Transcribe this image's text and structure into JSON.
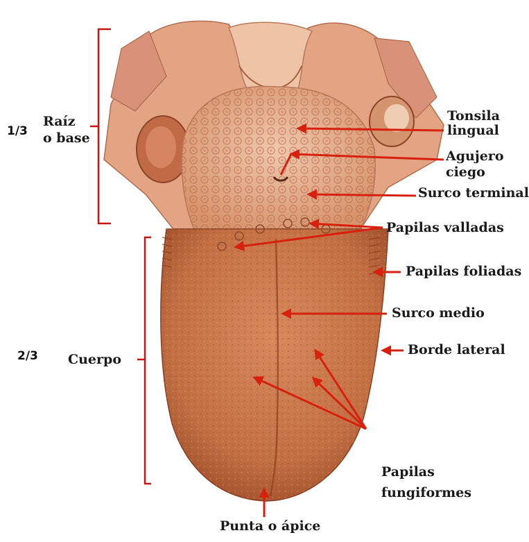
{
  "labels": {
    "tonsila_lingual_1": "Tonsila",
    "tonsila_lingual_2": "lingual",
    "agujero_ciego_1": "Agujero",
    "agujero_ciego_2": "ciego",
    "surco_terminal": "Surco terminal",
    "papilas_valladas": "Papilas valladas",
    "papilas_foliadas": "Papilas foliadas",
    "surco_medio": "Surco medio",
    "borde_lateral": "Borde lateral",
    "papilas_fungiformes_1": "Papilas",
    "papilas_fungiformes_2": "fungiformes",
    "punta_apice": "Punta o ápice",
    "raiz_1": "Raíz",
    "raiz_2": "o base",
    "cuerpo": "Cuerpo"
  },
  "fractions": {
    "raiz": "1/3",
    "cuerpo": "2/3"
  },
  "colors": {
    "pointer": "#d8200f",
    "bracket": "#c81414",
    "tongue_body": "#c9764a",
    "tongue_dark": "#a3532c",
    "root_light": "#e8b496"
  }
}
